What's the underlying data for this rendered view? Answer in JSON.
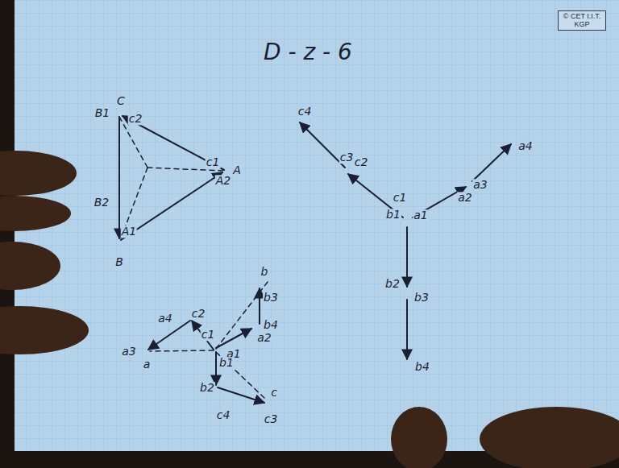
{
  "diagram": {
    "title": "D - z - 6",
    "nodes": [
      {
        "text": [
          "© CET I.I.T. KGP"
        ]
      }
    ],
    "labels": [
      "C",
      "B1",
      "c2",
      "c1",
      "A",
      "A2",
      "B2",
      "A1",
      "B",
      "c4",
      "c3",
      "c2",
      "c1",
      "a2",
      "a3",
      "a4",
      "a1",
      "b1",
      "b2",
      "b3",
      "b4",
      "a4",
      "c2",
      "c1",
      "b",
      "b3",
      "b4",
      "a3",
      "a",
      "a2",
      "a1",
      "b1",
      "b2",
      "c4",
      "c3",
      "c"
    ]
  }
}
